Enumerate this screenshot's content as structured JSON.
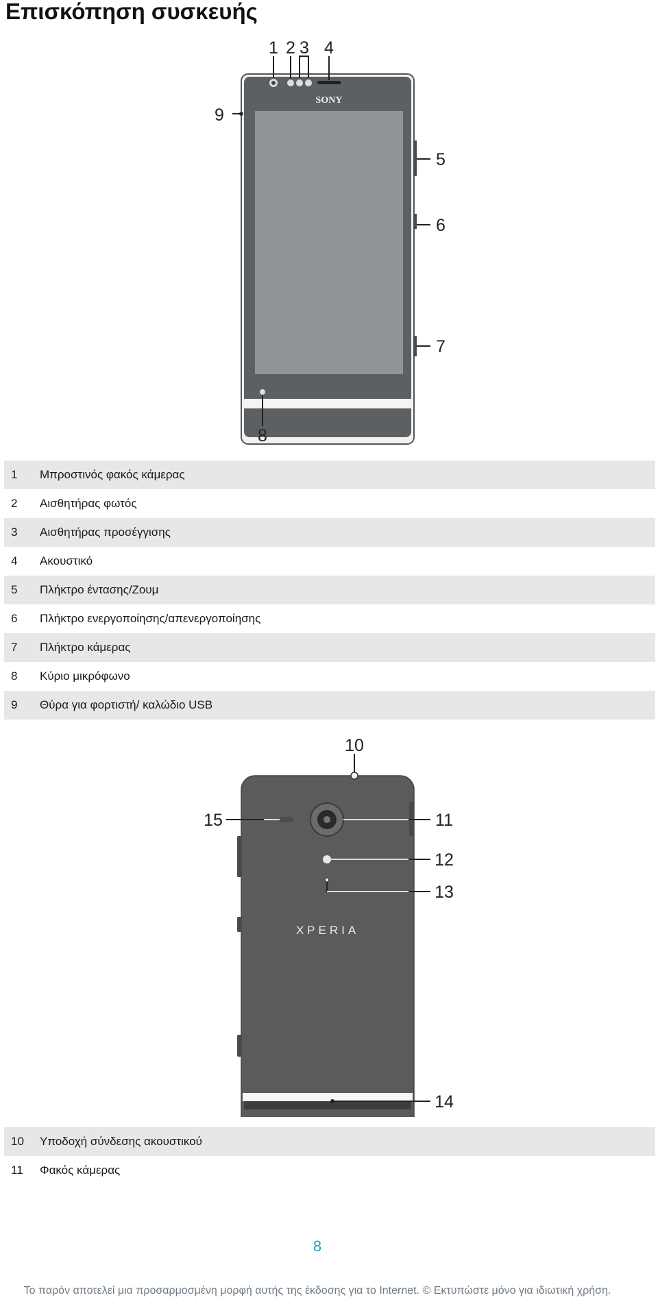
{
  "page": {
    "title": "Επισκόπηση συσκευής",
    "page_number": "8",
    "footer": "Το παρόν αποτελεί μια προσαρμοσμένη μορφή αυτής της έκδοσης για το Internet. © Εκτυπώστε μόνο για ιδιωτική χρήση."
  },
  "front_figure": {
    "brand_logo": "SONY",
    "callouts": [
      "1",
      "2",
      "3",
      "4",
      "5",
      "6",
      "7",
      "8",
      "9"
    ]
  },
  "front_legend": [
    {
      "num": "1",
      "text": "Μπροστινός φακός κάμερας"
    },
    {
      "num": "2",
      "text": "Αισθητήρας φωτός"
    },
    {
      "num": "3",
      "text": "Αισθητήρας προσέγγισης"
    },
    {
      "num": "4",
      "text": "Ακουστικό"
    },
    {
      "num": "5",
      "text": "Πλήκτρο έντασης/Ζουμ"
    },
    {
      "num": "6",
      "text": "Πλήκτρο ενεργοποίησης/απενεργοποίησης"
    },
    {
      "num": "7",
      "text": "Πλήκτρο κάμερας"
    },
    {
      "num": "8",
      "text": "Κύριο μικρόφωνο"
    },
    {
      "num": "9",
      "text": "Θύρα για φορτιστή/ καλώδιο USB"
    }
  ],
  "back_figure": {
    "brand_logo": "XPERIA",
    "callouts": [
      "10",
      "11",
      "12",
      "13",
      "14",
      "15"
    ]
  },
  "back_legend": [
    {
      "num": "10",
      "text": "Υποδοχή σύνδεσης ακουστικού"
    },
    {
      "num": "11",
      "text": "Φακός κάμερας"
    }
  ]
}
